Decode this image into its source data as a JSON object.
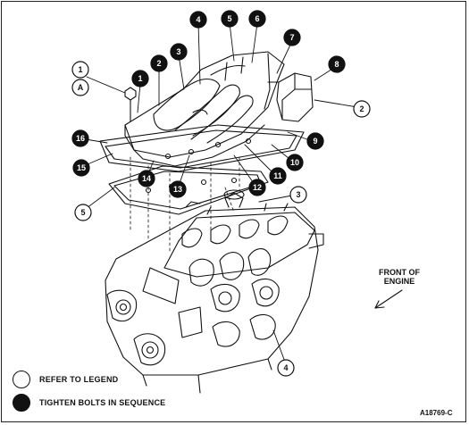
{
  "figure_id": "A18769-C",
  "front_label_line1": "FRONT OF",
  "front_label_line2": "ENGINE",
  "legend": {
    "open": {
      "label": "REFER TO LEGEND",
      "style": "open"
    },
    "filled": {
      "label": "TIGHTEN BOLTS IN SEQUENCE",
      "style": "filled"
    }
  },
  "colors": {
    "ink": "#111111",
    "paper": "#ffffff"
  },
  "callouts": [
    {
      "id": "ref-1",
      "text": "1",
      "style": "open"
    },
    {
      "id": "ref-A",
      "text": "A",
      "style": "open"
    },
    {
      "id": "seq-1",
      "text": "1",
      "style": "filled"
    },
    {
      "id": "seq-2",
      "text": "2",
      "style": "filled"
    },
    {
      "id": "seq-3",
      "text": "3",
      "style": "filled"
    },
    {
      "id": "seq-4",
      "text": "4",
      "style": "filled"
    },
    {
      "id": "seq-5",
      "text": "5",
      "style": "filled"
    },
    {
      "id": "seq-6",
      "text": "6",
      "style": "filled"
    },
    {
      "id": "seq-7",
      "text": "7",
      "style": "filled"
    },
    {
      "id": "seq-8",
      "text": "8",
      "style": "filled"
    },
    {
      "id": "seq-9",
      "text": "9",
      "style": "filled"
    },
    {
      "id": "seq-10",
      "text": "10",
      "style": "filled"
    },
    {
      "id": "seq-11",
      "text": "11",
      "style": "filled"
    },
    {
      "id": "seq-12",
      "text": "12",
      "style": "filled"
    },
    {
      "id": "seq-13",
      "text": "13",
      "style": "filled"
    },
    {
      "id": "seq-14",
      "text": "14",
      "style": "filled"
    },
    {
      "id": "seq-15",
      "text": "15",
      "style": "filled"
    },
    {
      "id": "seq-16",
      "text": "16",
      "style": "filled"
    },
    {
      "id": "ref-2",
      "text": "2",
      "style": "open"
    },
    {
      "id": "ref-3",
      "text": "3",
      "style": "open"
    },
    {
      "id": "ref-4",
      "text": "4",
      "style": "open"
    },
    {
      "id": "ref-5",
      "text": "5",
      "style": "open"
    }
  ]
}
